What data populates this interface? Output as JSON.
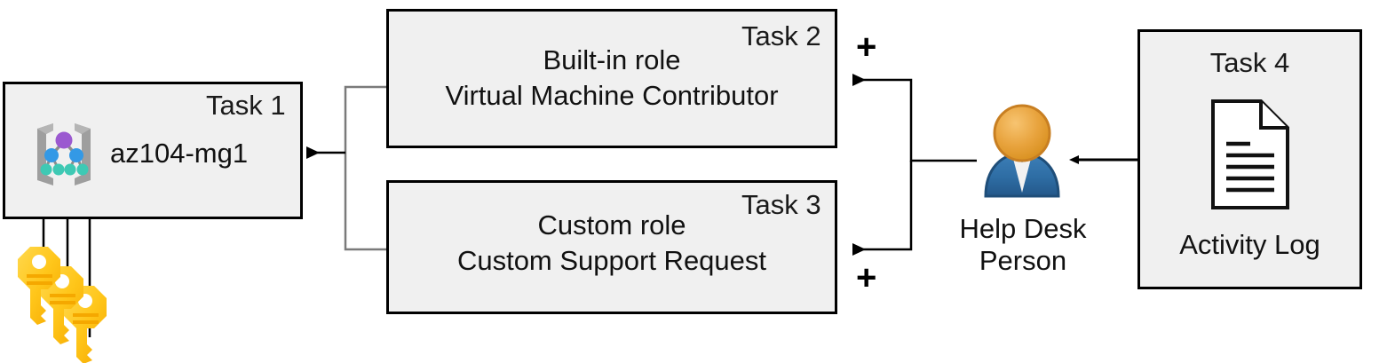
{
  "diagram": {
    "title": "Azure RBAC task diagram",
    "background_color": "#ffffff",
    "box_fill": "#f0f0f0",
    "box_border": "#000000"
  },
  "boxes": {
    "task1": {
      "tag": "Task 1",
      "label": "az104-mg1",
      "icon": "management-group-icon"
    },
    "task2": {
      "tag": "Task 2",
      "line1": "Built-in role",
      "line2": "Virtual Machine Contributor"
    },
    "task3": {
      "tag": "Task 3",
      "line1": "Custom role",
      "line2": "Custom Support Request"
    },
    "task4": {
      "tag": "Task 4",
      "label": "Activity Log",
      "icon": "document-icon"
    }
  },
  "actor": {
    "name_line1": "Help Desk",
    "name_line2": "Person",
    "icon": "person-icon"
  },
  "operators": {
    "plus_top": "+",
    "plus_bottom": "+"
  },
  "icons": {
    "keys": {
      "name": "key-icon",
      "count": 3,
      "color": "#ffc61a",
      "color_light": "#ffd84d",
      "color_dark": "#f5a800"
    },
    "management_group": {
      "bracket_color": "#9e9e9e",
      "root_color": "#9b59d0",
      "mid_color": "#3399e6",
      "leaf_color": "#3ec9b4"
    },
    "person": {
      "head_color": "#e8a33d",
      "head_border": "#c87f22",
      "body_color": "#2e6da4",
      "body_border": "#1f4e79",
      "collar_color": "#f2f2f2"
    },
    "document": {
      "stroke": "#111111",
      "fill": "#ffffff"
    }
  }
}
